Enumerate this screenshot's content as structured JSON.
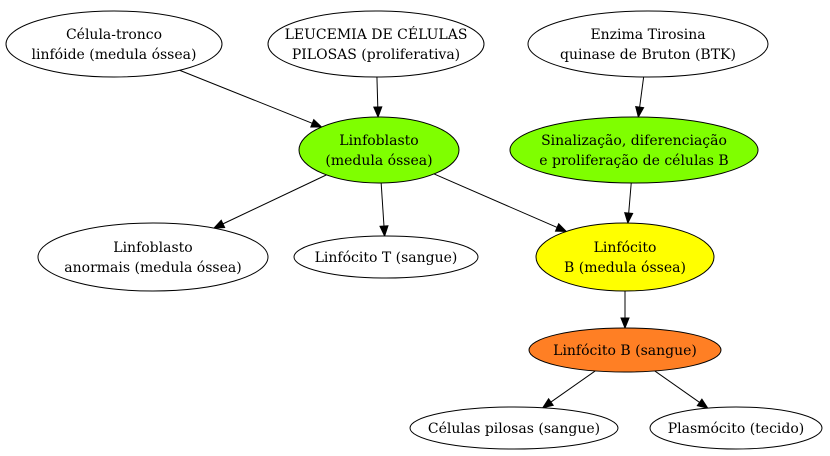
{
  "nodes": {
    "celula_tronco": {
      "lines": [
        "Célula-tronco",
        "linfóide (medula óssea)"
      ],
      "fill": "#ffffff"
    },
    "leucemia": {
      "lines": [
        "LEUCEMIA DE CÉLULAS",
        "PILOSAS (proliferativa)"
      ],
      "fill": "#ffffff"
    },
    "btk": {
      "lines": [
        "Enzima Tirosina",
        "quinase de Bruton (BTK)"
      ],
      "fill": "#ffffff"
    },
    "linfoblasto": {
      "lines": [
        "Linfoblasto",
        "(medula óssea)"
      ],
      "fill": "#7fff00"
    },
    "sinalizacao": {
      "lines": [
        "Sinalização, diferenciação",
        "e proliferação de células B"
      ],
      "fill": "#7fff00"
    },
    "linfoblasto_anormais": {
      "lines": [
        "Linfoblasto",
        "anormais (medula óssea)"
      ],
      "fill": "#ffffff"
    },
    "linfocito_t": {
      "lines": [
        "Linfócito T (sangue)"
      ],
      "fill": "#ffffff"
    },
    "linfocito_b_medula": {
      "lines": [
        "Linfócito",
        "B (medula óssea)"
      ],
      "fill": "#ffff00"
    },
    "linfocito_b_sangue": {
      "lines": [
        "Linfócito B (sangue)"
      ],
      "fill": "#ff7f24"
    },
    "celulas_pilosas": {
      "lines": [
        "Células pilosas (sangue)"
      ],
      "fill": "#ffffff"
    },
    "plasmocito": {
      "lines": [
        "Plasmócito (tecido)"
      ],
      "fill": "#ffffff"
    }
  },
  "edges": [
    {
      "from": "celula_tronco",
      "to": "linfoblasto"
    },
    {
      "from": "leucemia",
      "to": "linfoblasto"
    },
    {
      "from": "btk",
      "to": "sinalizacao"
    },
    {
      "from": "linfoblasto",
      "to": "linfoblasto_anormais"
    },
    {
      "from": "linfoblasto",
      "to": "linfocito_t"
    },
    {
      "from": "linfoblasto",
      "to": "linfocito_b_medula"
    },
    {
      "from": "sinalizacao",
      "to": "linfocito_b_medula"
    },
    {
      "from": "linfocito_b_medula",
      "to": "linfocito_b_sangue"
    },
    {
      "from": "linfocito_b_sangue",
      "to": "celulas_pilosas"
    },
    {
      "from": "linfocito_b_sangue",
      "to": "plasmocito"
    }
  ]
}
